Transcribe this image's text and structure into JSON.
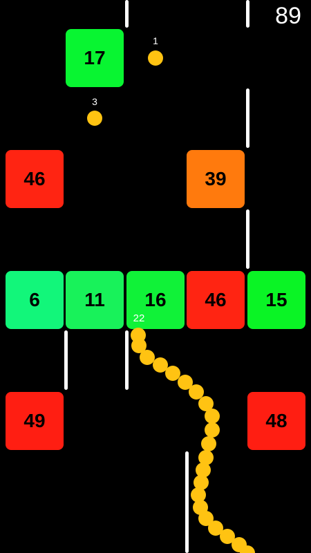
{
  "hud": {
    "score": "89"
  },
  "colors": {
    "snake": "#FFC312",
    "divider": "#FFFFFF",
    "background": "#000000"
  },
  "snake": {
    "length_label": "22"
  },
  "pellets": [
    {
      "label": "1"
    },
    {
      "label": "3"
    }
  ],
  "blocks": [
    {
      "value": "17",
      "color": "#08F531"
    },
    {
      "value": "46",
      "color": "#FF2412"
    },
    {
      "value": "39",
      "color": "#FF7A0D"
    },
    {
      "value": "6",
      "color": "#12F67A"
    },
    {
      "value": "11",
      "color": "#18F25A"
    },
    {
      "value": "16",
      "color": "#10F238"
    },
    {
      "value": "46",
      "color": "#FF2412"
    },
    {
      "value": "15",
      "color": "#0AF425"
    },
    {
      "value": "49",
      "color": "#FF1E12"
    },
    {
      "value": "48",
      "color": "#FF1E12"
    }
  ]
}
